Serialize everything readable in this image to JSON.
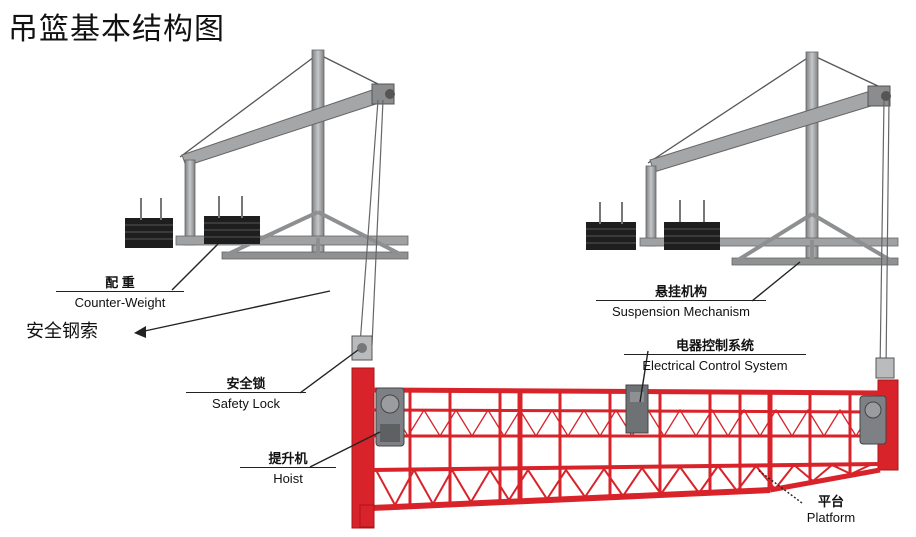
{
  "title": "吊篮基本结构图",
  "labels": {
    "counterweight": {
      "cn": "配  重",
      "en": "Counter-Weight"
    },
    "safety_rope": "安全钢索",
    "suspension": {
      "cn": "悬挂机构",
      "en": "Suspension Mechanism"
    },
    "electrical": {
      "cn": "电器控制系统",
      "en": "Electrical Control System"
    },
    "safety_lock": {
      "cn": "安全锁",
      "en": "Safety Lock"
    },
    "hoist": {
      "cn": "提升机",
      "en": "Hoist"
    },
    "platform": {
      "cn": "平台",
      "en": "Platform"
    }
  },
  "colors": {
    "frame_gray": "#9a9c9e",
    "frame_dark": "#6e7072",
    "weight_black": "#1e1e1e",
    "platform_red": "#d8232a",
    "hoist_gray": "#7d8084"
  }
}
